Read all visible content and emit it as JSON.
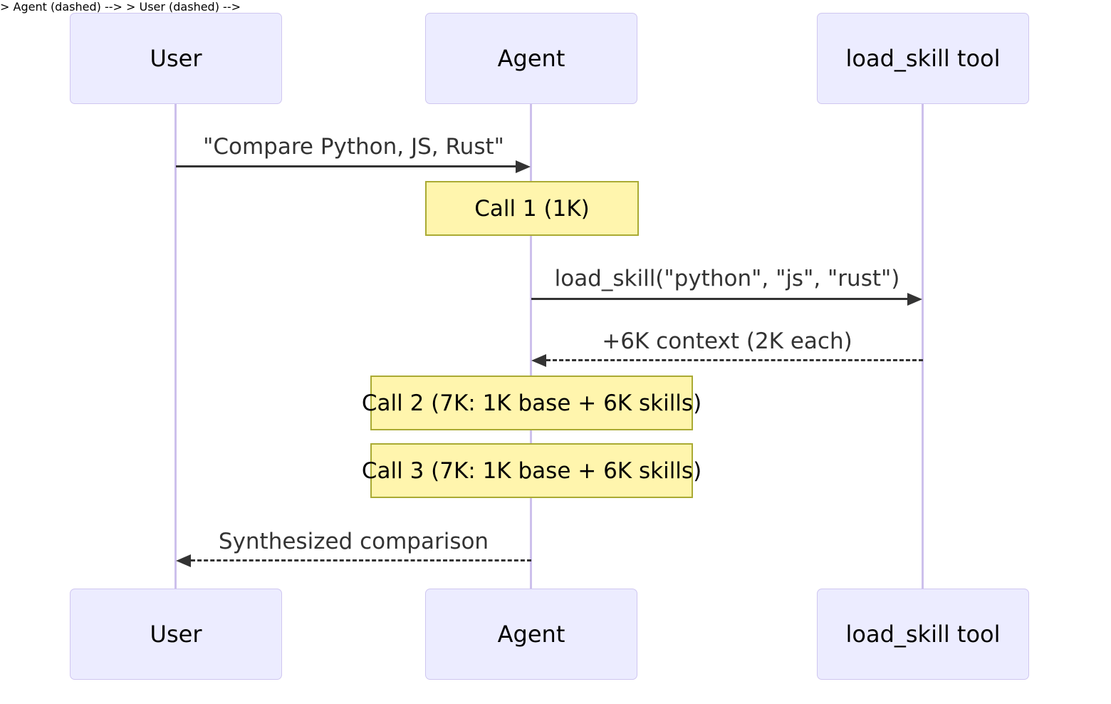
{
  "diagram": {
    "type": "sequence-diagram",
    "actors": [
      {
        "id": "user",
        "label": "User"
      },
      {
        "id": "agent",
        "label": "Agent"
      },
      {
        "id": "tool",
        "label": "load_skill tool"
      }
    ],
    "messages": [
      {
        "from": "User",
        "to": "Agent",
        "label": "\"Compare Python, JS, Rust\"",
        "line": "solid"
      },
      {
        "from": "Agent",
        "to": "load_skill tool",
        "label": "load_skill(\"python\", \"js\", \"rust\")",
        "line": "solid"
      },
      {
        "from": "load_skill tool",
        "to": "Agent",
        "label": "+6K context (2K each)",
        "line": "dashed"
      },
      {
        "from": "Agent",
        "to": "User",
        "label": "Synthesized comparison",
        "line": "dashed"
      }
    ],
    "notes": [
      {
        "over": "Agent",
        "label": "Call 1 (1K)"
      },
      {
        "over": "Agent",
        "label": "Call 2 (7K: 1K base + 6K skills)"
      },
      {
        "over": "Agent",
        "label": "Call 3 (7K: 1K base + 6K skills)"
      }
    ],
    "colors": {
      "background": "#FFFFFF",
      "actor_fill": "#ECECFF",
      "actor_border": "#CFC6F0",
      "lifeline": "#CDC0EC",
      "note_fill": "#FFF5AD",
      "note_border": "#AAAA33",
      "message_line": "#333333",
      "message_text": "#333333",
      "actor_text": "#000000"
    }
  }
}
